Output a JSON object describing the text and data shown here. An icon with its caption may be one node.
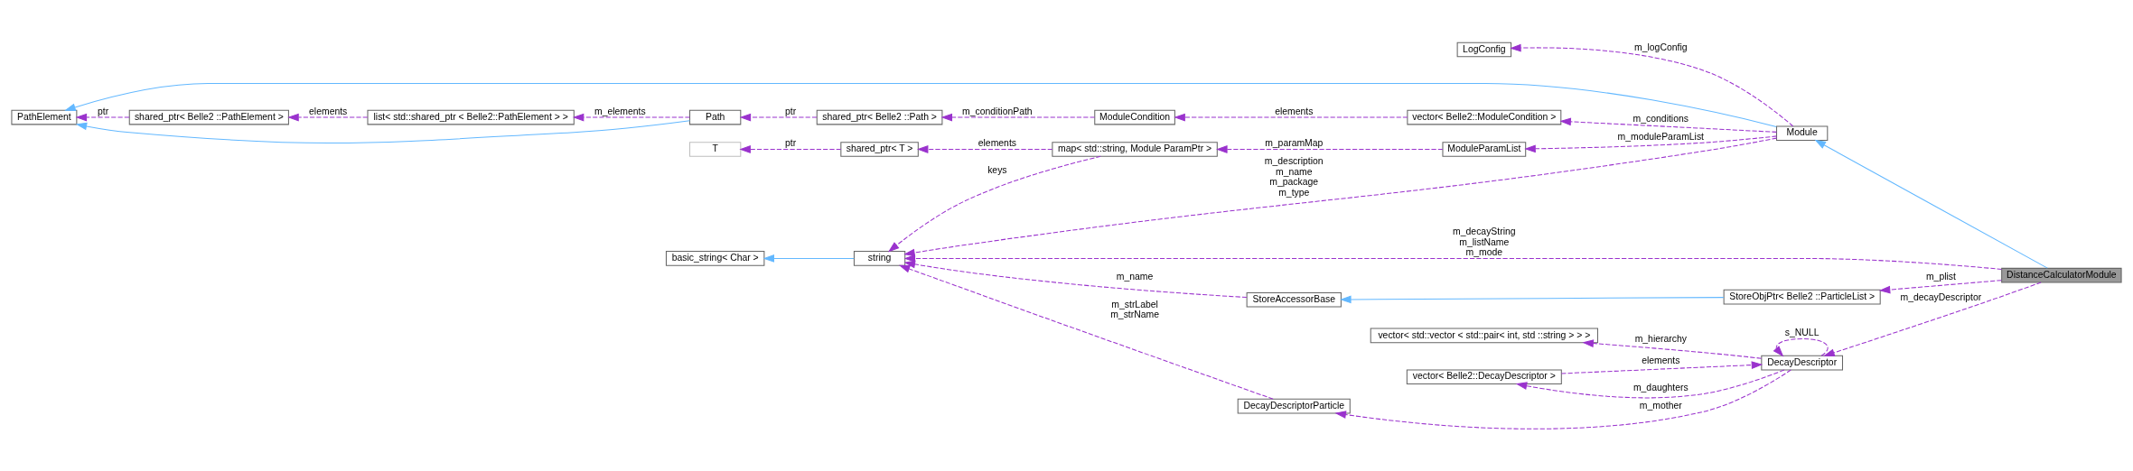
{
  "diagram": {
    "nodes": [
      {
        "text": [
          "DistanceCalculatorModule"
        ]
      },
      {
        "text": [
          "Module"
        ]
      },
      {
        "text": [
          "PathElement"
        ]
      },
      {
        "text": [
          "Path"
        ]
      },
      {
        "text": [
          "shared_ptr< Belle2 ::PathElement >"
        ]
      },
      {
        "text": [
          "list< std::shared_ptr < Belle2::PathElement > >"
        ]
      },
      {
        "text": [
          "shared_ptr< Belle2 ::Path >"
        ]
      },
      {
        "text": [
          "ModuleCondition"
        ]
      },
      {
        "text": [
          "vector< Belle2::ModuleCondition >"
        ]
      },
      {
        "text": [
          "string"
        ]
      },
      {
        "text": [
          "basic_string< Char >"
        ]
      },
      {
        "text": [
          "map< std::string, Module ParamPtr >"
        ]
      },
      {
        "text": [
          "shared_ptr< T >"
        ]
      },
      {
        "text": [
          "T"
        ]
      },
      {
        "text": [
          "ModuleParamList"
        ]
      },
      {
        "text": [
          "LogConfig"
        ]
      },
      {
        "text": [
          "StoreObjPtr< Belle2 ::ParticleList >"
        ]
      },
      {
        "text": [
          "StoreAccessorBase"
        ]
      },
      {
        "text": [
          "DecayDescriptor"
        ]
      },
      {
        "text": [
          "DecayDescriptorParticle"
        ]
      },
      {
        "text": [
          "vector< std::vector < std::pair< int, std ::string > > >"
        ]
      },
      {
        "text": [
          "vector< Belle2::DecayDescriptor >"
        ]
      }
    ],
    "edges": [
      {
        "from": 0,
        "to": 1,
        "arrow": "to",
        "color": "#63b8ff"
      },
      {
        "from": 0,
        "to": 9,
        "arrow": "to",
        "style": "dashed",
        "label": "m_decayString m_listName m_mode"
      },
      {
        "from": 0,
        "to": 16,
        "arrow": "to",
        "style": "dashed",
        "label": "m_plist"
      },
      {
        "from": 0,
        "to": 18,
        "arrow": "to",
        "style": "dashed",
        "label": "m_decayDescriptor"
      },
      {
        "from": 1,
        "to": 2,
        "arrow": "to",
        "color": "#63b8ff"
      },
      {
        "from": 1,
        "to": 9,
        "arrow": "to",
        "style": "dashed",
        "label": "m_description m_name m_package m_type"
      },
      {
        "from": 1,
        "to": 8,
        "arrow": "to",
        "style": "dashed",
        "label": "m_conditions"
      },
      {
        "from": 1,
        "to": 14,
        "arrow": "to",
        "style": "dashed",
        "label": "m_moduleParamList"
      },
      {
        "from": 1,
        "to": 15,
        "arrow": "to",
        "style": "dashed",
        "label": "m_logConfig"
      },
      {
        "from": 3,
        "to": 2,
        "arrow": "to",
        "color": "#63b8ff"
      },
      {
        "from": 4,
        "to": 2,
        "arrow": "to",
        "style": "dashed",
        "label": "ptr"
      },
      {
        "from": 5,
        "to": 4,
        "arrow": "to",
        "style": "dashed",
        "label": "elements"
      },
      {
        "from": 3,
        "to": 5,
        "arrow": "to",
        "style": "dashed",
        "label": "m_elements"
      },
      {
        "from": 6,
        "to": 3,
        "arrow": "to",
        "style": "dashed",
        "label": "ptr"
      },
      {
        "from": 7,
        "to": 6,
        "arrow": "to",
        "style": "dashed",
        "label": "m_conditionPath"
      },
      {
        "from": 8,
        "to": 7,
        "arrow": "to",
        "style": "dashed",
        "label": "elements"
      },
      {
        "from": 9,
        "to": 10,
        "arrow": "to",
        "color": "#63b8ff"
      },
      {
        "from": 11,
        "to": 9,
        "arrow": "to",
        "style": "dashed",
        "label": "keys"
      },
      {
        "from": 11,
        "to": 12,
        "arrow": "to",
        "style": "dashed",
        "label": "elements"
      },
      {
        "from": 12,
        "to": 13,
        "arrow": "to",
        "style": "dashed",
        "label": "ptr"
      },
      {
        "from": 14,
        "to": 11,
        "arrow": "to",
        "style": "dashed",
        "label": "m_paramMap"
      },
      {
        "from": 16,
        "to": 17,
        "arrow": "to",
        "color": "#63b8ff"
      },
      {
        "from": 17,
        "to": 9,
        "arrow": "to",
        "style": "dashed",
        "label": "m_name"
      },
      {
        "from": 19,
        "to": 9,
        "arrow": "to",
        "style": "dashed",
        "label": "m_strLabel m_strName"
      },
      {
        "from": 18,
        "to": 19,
        "arrow": "to",
        "style": "dashed",
        "label": "m_mother"
      },
      {
        "from": 18,
        "to": 20,
        "arrow": "to",
        "style": "dashed",
        "label": "m_hierarchy"
      },
      {
        "from": 18,
        "to": 18,
        "arrow": "to",
        "style": "dashed",
        "label": "s_NULL"
      },
      {
        "from": 18,
        "to": 21,
        "arrow": "to",
        "style": "dashed",
        "label": "m_daughters"
      },
      {
        "from": 21,
        "to": 18,
        "arrow": "to",
        "style": "dashed",
        "label": "elements"
      }
    ]
  }
}
